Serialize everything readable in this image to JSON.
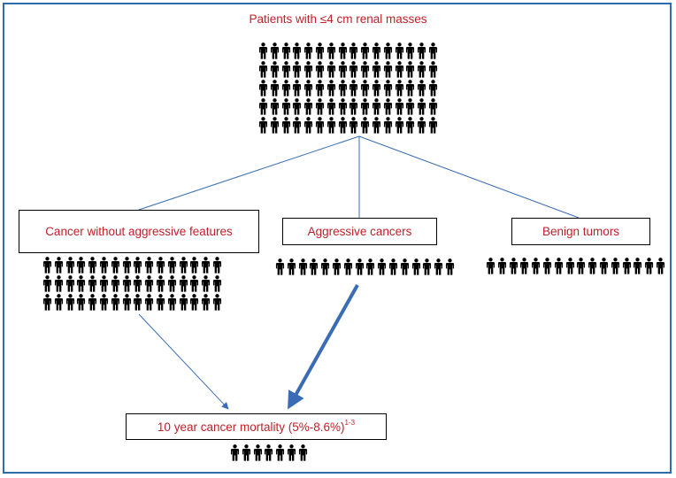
{
  "title": "Patients with ≤4 cm renal masses",
  "boxes": {
    "non_aggressive": "Cancer without aggressive features",
    "aggressive": "Aggressive cancers",
    "benign": "Benign tumors",
    "mortality": "10 year cancer mortality (5%-8.6%)",
    "mortality_ref": "1-3"
  },
  "icon": "person-icon",
  "colors": {
    "text": "#c0202a",
    "arrow": "#3a6cb5",
    "frame": "#2e6cb0",
    "icon": "#000000"
  }
}
